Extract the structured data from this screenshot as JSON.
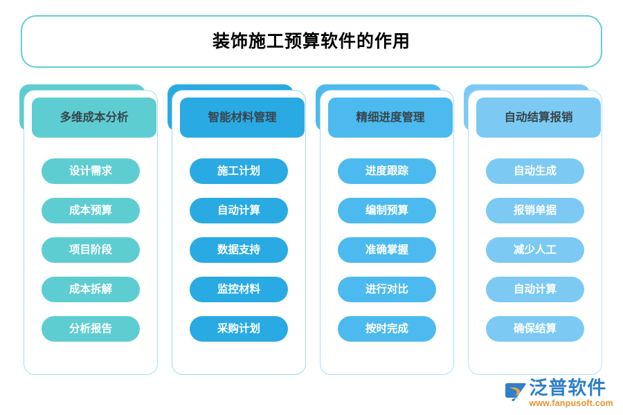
{
  "title": {
    "text": "装饰施工预算软件的作用"
  },
  "theme": {
    "title_border": "#5ecfd4",
    "title_color": "#000000",
    "header_text_color": "#37474f",
    "item_text_color": "#ffffff",
    "logo_name_color": "#2f7fc9",
    "logo_url_color": "#e8922c"
  },
  "columns": [
    {
      "header": "多维成本分析",
      "color": "#5ecdd2",
      "border": "#a5e0e4",
      "items": [
        "设计需求",
        "成本预算",
        "项目阶段",
        "成本拆解",
        "分析报告"
      ]
    },
    {
      "header": "智能材料管理",
      "color": "#2aaae3",
      "border": "#9ed7f1",
      "items": [
        "施工计划",
        "自动计算",
        "数据支持",
        "监控材料",
        "采购计划"
      ]
    },
    {
      "header": "精细进度管理",
      "color": "#4cbaee",
      "border": "#a8dcf5",
      "items": [
        "进度跟踪",
        "编制预算",
        "准确掌握",
        "进行对比",
        "按时完成"
      ]
    },
    {
      "header": "自动结算报销",
      "color": "#7ccaf3",
      "border": "#b6e1f8",
      "items": [
        "自动生成",
        "报销单据",
        "减少人工",
        "自动计算",
        "确保结算"
      ]
    }
  ],
  "logo": {
    "name": "泛普软件",
    "url": "www.fanpusoft.com",
    "icon": "fanpu-swoosh-logo-icon"
  }
}
